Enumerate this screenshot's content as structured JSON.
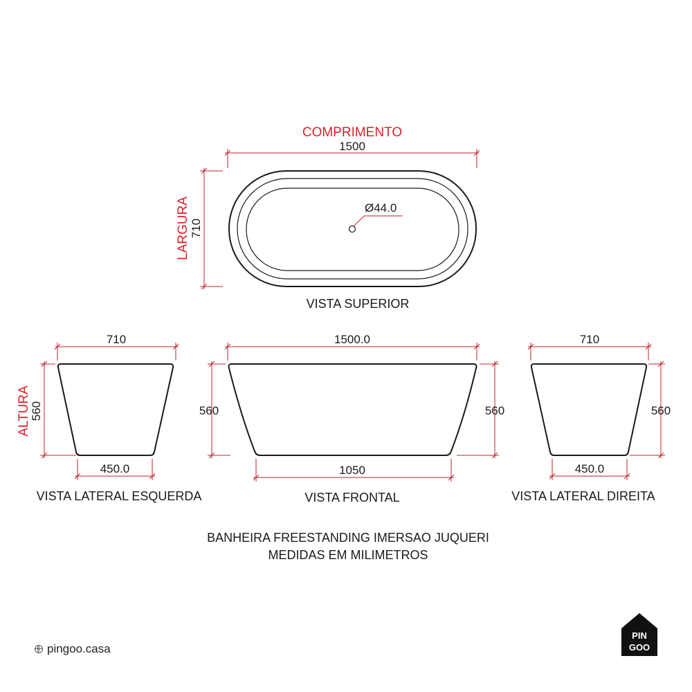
{
  "top_view": {
    "length_label": "COMPRIMENTO",
    "length_value": "1500",
    "width_label": "LARGURA",
    "width_value": "710",
    "drain_label": "Ø44.0",
    "caption": "VISTA SUPERIOR"
  },
  "left_view": {
    "height_label": "ALTURA",
    "height_value": "560",
    "top_width": "710",
    "bottom_width": "450.0",
    "caption": "VISTA LATERAL ESQUERDA"
  },
  "front_view": {
    "top_width": "1500.0",
    "bottom_width": "1050",
    "height_left": "560",
    "height_right": "560",
    "caption": "VISTA FRONTAL"
  },
  "right_view": {
    "top_width": "710",
    "bottom_width": "450.0",
    "height_value": "560",
    "caption": "VISTA LATERAL DIREITA"
  },
  "title": {
    "line1": "BANHEIRA FREESTANDING IMERSAO JUQUERI",
    "line2": "MEDIDAS EM MILIMETROS"
  },
  "footer": {
    "website": "pingoo.casa",
    "logo_top": "PIN",
    "logo_bottom": "GOO",
    "globe_icon": "globe-icon",
    "logo_icon": "house-logo-icon"
  },
  "colors": {
    "dimension_red": "#e0202a",
    "line_black": "#1a1a1a"
  }
}
